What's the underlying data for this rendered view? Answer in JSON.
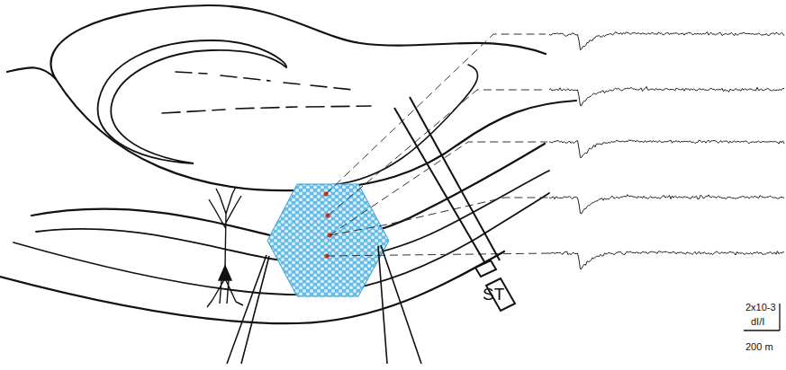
{
  "diagram": {
    "labels": [
      "ST",
      "2x10-3",
      "dI/I",
      "200 m"
    ]
  }
}
